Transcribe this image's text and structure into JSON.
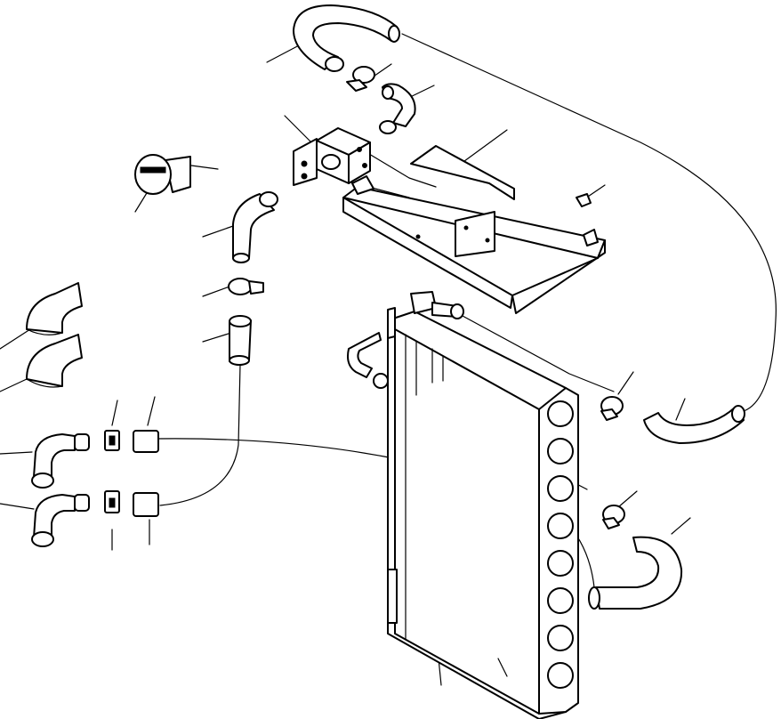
{
  "diagram": {
    "label_count": 0,
    "parts": [
      {
        "id": "top-hose-upper",
        "icon": "hose-loop-icon"
      },
      {
        "id": "hose-clamp-top",
        "icon": "clamp-icon"
      },
      {
        "id": "pipe-fitting-top",
        "icon": "fitting-icon"
      },
      {
        "id": "expansion-valve-block",
        "icon": "valve-block-icon"
      },
      {
        "id": "mounting-bracket-plate",
        "icon": "bracket-icon"
      },
      {
        "id": "bolt-small",
        "icon": "bolt-icon"
      },
      {
        "id": "thermostat-knob",
        "icon": "knob-icon"
      },
      {
        "id": "elbow-hose-left",
        "icon": "elbow-icon"
      },
      {
        "id": "clamp-mid",
        "icon": "clamp-icon"
      },
      {
        "id": "straight-hose-mid",
        "icon": "hose-icon"
      },
      {
        "id": "rubber-elbow-1",
        "icon": "elbow-icon"
      },
      {
        "id": "rubber-elbow-2",
        "icon": "elbow-icon"
      },
      {
        "id": "corrugated-elbow-1",
        "icon": "elbow-icon"
      },
      {
        "id": "corrugated-elbow-2",
        "icon": "elbow-icon"
      },
      {
        "id": "small-clip-1",
        "icon": "clip-icon"
      },
      {
        "id": "small-clip-2",
        "icon": "clip-icon"
      },
      {
        "id": "grommet-1",
        "icon": "grommet-icon"
      },
      {
        "id": "grommet-2",
        "icon": "grommet-icon"
      },
      {
        "id": "evaporator-core",
        "icon": "evaporator-icon"
      },
      {
        "id": "hose-clamp-right-1",
        "icon": "clamp-icon"
      },
      {
        "id": "hose-clamp-right-2",
        "icon": "clamp-icon"
      },
      {
        "id": "drain-hose-right",
        "icon": "hose-icon"
      },
      {
        "id": "lower-hose-right",
        "icon": "hose-icon"
      }
    ]
  }
}
